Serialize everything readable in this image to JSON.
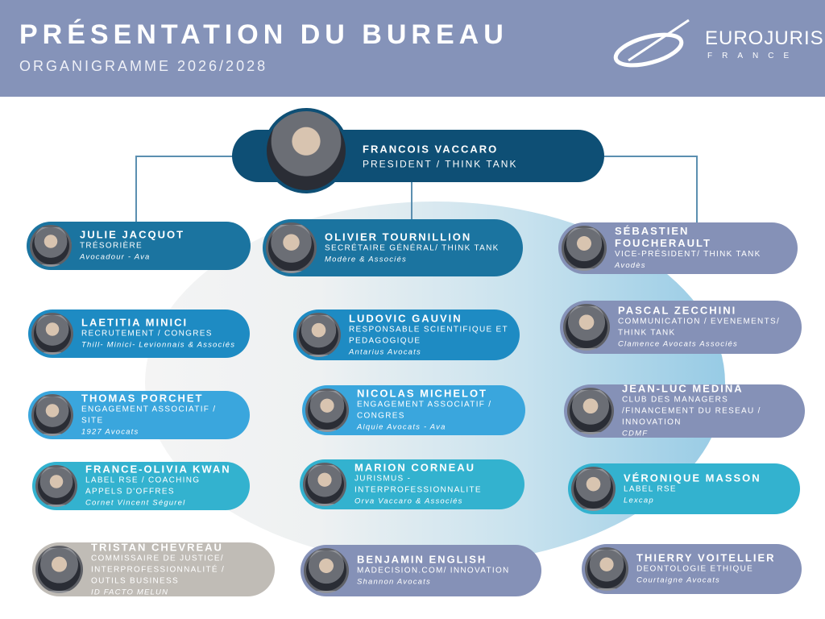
{
  "header": {
    "title": "PRÉSENTATION DU BUREAU",
    "subtitle": "ORGANIGRAMME 2026/2028",
    "logo_text": "EUROJURIS",
    "logo_sub": "FRANCE"
  },
  "colors": {
    "header": "#8593b9",
    "president": "#0e4f75",
    "c1": "#1b74a0",
    "c2": "#1e8bc3",
    "c3": "#3aa6dd",
    "c4": "#33b2cf",
    "grey": "#c0bcb6",
    "lav": "#8591b7"
  },
  "president": {
    "name": "FRANCOIS VACCARO",
    "role": "PRESIDENT / THINK TANK"
  },
  "members": [
    {
      "name": "JULIE JACQUOT",
      "role": "TRÉSORIÈRE",
      "firm": "Avocadour - Ava",
      "color": "c1"
    },
    {
      "name": "OLIVIER TOURNILLION",
      "role": "SECRÉTAIRE GÉNÉRAL/ THINK TANK",
      "firm": "Modère & Associés",
      "color": "c1"
    },
    {
      "name": "SÉBASTIEN FOUCHERAULT",
      "role": "VICE-PRÉSIDENT/ THINK TANK",
      "firm": "Avodès",
      "color": "lav"
    },
    {
      "name": "LAETITIA MINICI",
      "role": "RECRUTEMENT / CONGRES",
      "firm": "Thill- Minici- Levionnais & Associés",
      "color": "c2"
    },
    {
      "name": "LUDOVIC GAUVIN",
      "role": "RESPONSABLE SCIENTIFIQUE ET PEDAGOGIQUE",
      "firm": "Antarius Avocats",
      "color": "c2"
    },
    {
      "name": "PASCAL ZECCHINI",
      "role": "COMMUNICATION / EVENEMENTS/ THINK TANK",
      "firm": "Clamence Avocats Associés",
      "color": "lav"
    },
    {
      "name": "THOMAS PORCHET",
      "role": "ENGAGEMENT ASSOCIATIF / SITE",
      "firm": "1927 Avocats",
      "color": "c3"
    },
    {
      "name": "NICOLAS MICHELOT",
      "role": "ENGAGEMENT ASSOCIATIF / CONGRES",
      "firm": "Alquie Avocats - Ava",
      "color": "c3"
    },
    {
      "name": "JEAN-LUC MEDINA",
      "role": "CLUB DES MANAGERS /FINANCEMENT DU RESEAU / INNOVATION",
      "firm": "CDMF",
      "color": "lav"
    },
    {
      "name": "FRANCE-OLIVIA KWAN",
      "role": "LABEL RSE / COACHING APPELS D'OFFRES",
      "firm": "Cornet Vincent Ségurel",
      "color": "c4"
    },
    {
      "name": "MARION CORNEAU",
      "role": "JURISMUS - INTERPROFESSIONNALITE",
      "firm": "Orva Vaccaro & Associés",
      "color": "c4"
    },
    {
      "name": "VÉRONIQUE MASSON",
      "role": "LABEL RSE",
      "firm": "Lexcap",
      "color": "c4"
    },
    {
      "name": "TRISTAN CHEVREAU",
      "role": "COMMISSAIRE DE JUSTICE/ INTERPROFESSIONNALITÉ / OUTILS BUSINESS",
      "firm": "ID FACTO   MELUN",
      "color": "grey"
    },
    {
      "name": "BENJAMIN ENGLISH",
      "role": "MADECISION.COM/ INNOVATION",
      "firm": "Shannon Avocats",
      "color": "lav"
    },
    {
      "name": "THIERRY VOITELLIER",
      "role": "DEONTOLOGIE ETHIQUE",
      "firm": "Courtaigne Avocats",
      "color": "lav"
    }
  ]
}
